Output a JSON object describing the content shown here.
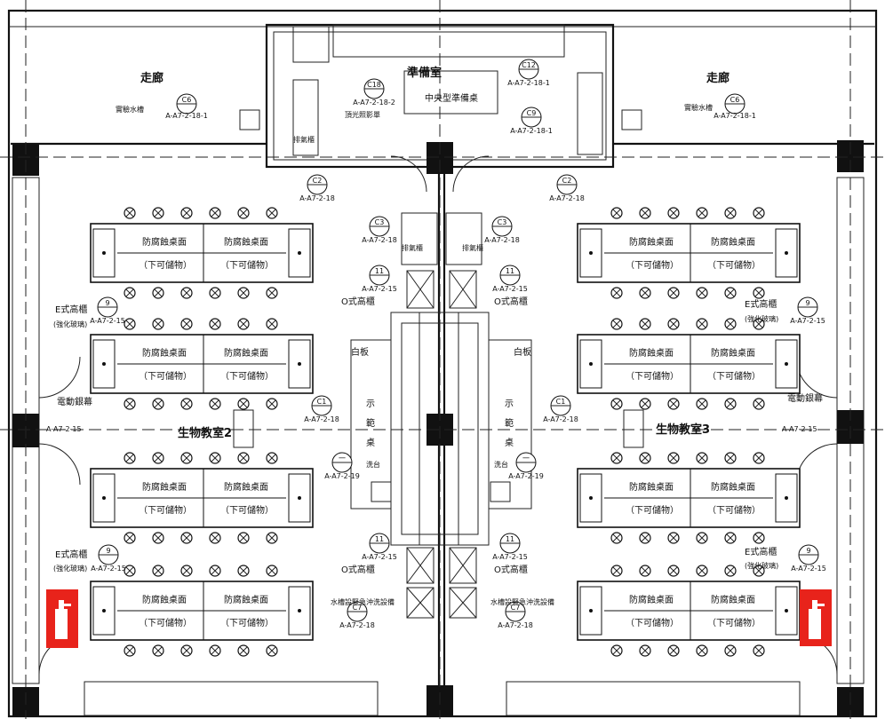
{
  "rooms": {
    "prep_room": "準備室",
    "corridor": "走廊",
    "bio_left": "生物教室2",
    "bio_right": "生物教室3",
    "central_prep": "中央型準備桌",
    "fume_hood": "排氣櫃",
    "small_label": "頂光照影單"
  },
  "benches": {
    "top_label": "防腐蝕桌面",
    "bottom_label": "（下可儲物）"
  },
  "labels": {
    "whiteboard": "白板",
    "demo_desk_chars": [
      "示",
      "範",
      "桌"
    ],
    "sink_table": "洗台",
    "o_cabinet": "O式高櫃",
    "e_cabinet": "E式高櫃",
    "tempered_glass": "(強化玻璃)",
    "screen": "電動銀幕",
    "water_basin": "水槽設緊急沖洗設備",
    "sink_small": "實驗水槽",
    "cabinet_small": "排氣櫃"
  },
  "callouts": {
    "c2": {
      "code": "C2",
      "ref": "A-A7-2-18"
    },
    "c3": {
      "code": "C3",
      "ref": "A-A7-2-18"
    },
    "c1": {
      "code": "C1",
      "ref": "A-A7-2-18"
    },
    "c6": {
      "code": "C6",
      "ref": "A-A7-2-18-1"
    },
    "c7": {
      "code": "C7",
      "ref": "A-A7-2-18"
    },
    "c9": {
      "code": "C9",
      "ref": "A-A7-2-18-1"
    },
    "c12": {
      "code": "C12",
      "ref": "A-A7-2-18-1"
    },
    "c18": {
      "code": "C18",
      "ref": "A-A7-2-18-2"
    },
    "n11": {
      "code": "11",
      "ref": "A-A7-2-15"
    },
    "n9": {
      "code": "9",
      "ref": "A-A7-2-15"
    },
    "n1": {
      "code": "一",
      "ref": "A-A7-2-19"
    },
    "screen_ref": "A-A7-2-15"
  },
  "icons": {
    "extinguisher": "fire-extinguisher-icon",
    "stool": "stool-icon",
    "sink": "sink-icon"
  },
  "colors": {
    "line": "#111111",
    "extinguisher": "#e8231b"
  }
}
